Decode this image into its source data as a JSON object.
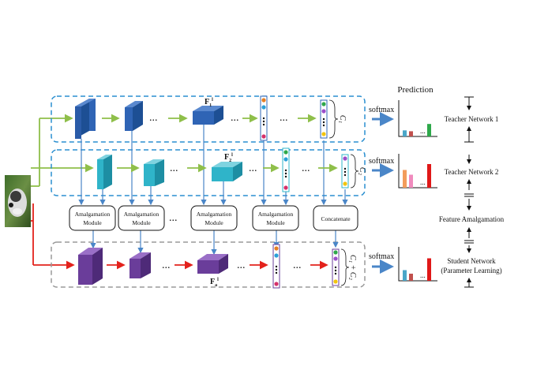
{
  "prediction_label": "Prediction",
  "softmax_labels": [
    "softmax",
    "softmax",
    "softmax"
  ],
  "ellipsis": "...",
  "feature_labels": {
    "teacher1": {
      "main": "F",
      "sub": "1",
      "sup": "l"
    },
    "teacher2": {
      "main": "F",
      "sub": "2",
      "sup": "l"
    },
    "student": {
      "main": "F",
      "sub": "a",
      "sup": "l"
    }
  },
  "class_labels": {
    "teacher1": "C₁",
    "teacher2": "C₂",
    "student": "C₁ + C₂"
  },
  "modules": {
    "amalgamation": [
      "Amalgamation",
      "Module"
    ],
    "concatenate": "Concatenate"
  },
  "right_labels": {
    "teacher1": "Teacher Network 1",
    "teacher2": "Teacher Network 2",
    "feature_amalgamation": "Feature Amalgamation",
    "student_line1": "Student Network",
    "student_line2": "(Parameter Learning)"
  },
  "colors": {
    "teacher1_cube": "#2f64b5",
    "teacher2_cube": "#2fb4c9",
    "student_cube": "#6a3d9a",
    "teacher_arrow": "#8fbf4a",
    "student_arrow": "#e3221c",
    "vertical_arrow": "#4a86c8",
    "teacher_box": "#2a8fd0",
    "student_box": "#9a9a9a"
  },
  "bar_values": {
    "teacher1": [
      0.35,
      0.3,
      0.0,
      0.72
    ],
    "teacher2": [
      0.75,
      0.55,
      0.0,
      1.0
    ],
    "student": [
      0.45,
      0.3,
      0.0,
      0.95
    ]
  },
  "bar_colors": {
    "teacher1": [
      "#4aa6c8",
      "#c0504d",
      "#888888",
      "#2ea84a"
    ],
    "teacher2": [
      "#f39c5b",
      "#f08bbd",
      "#888888",
      "#e01818"
    ],
    "student": [
      "#4aa6c8",
      "#c0504d",
      "#888888",
      "#e01818"
    ]
  }
}
